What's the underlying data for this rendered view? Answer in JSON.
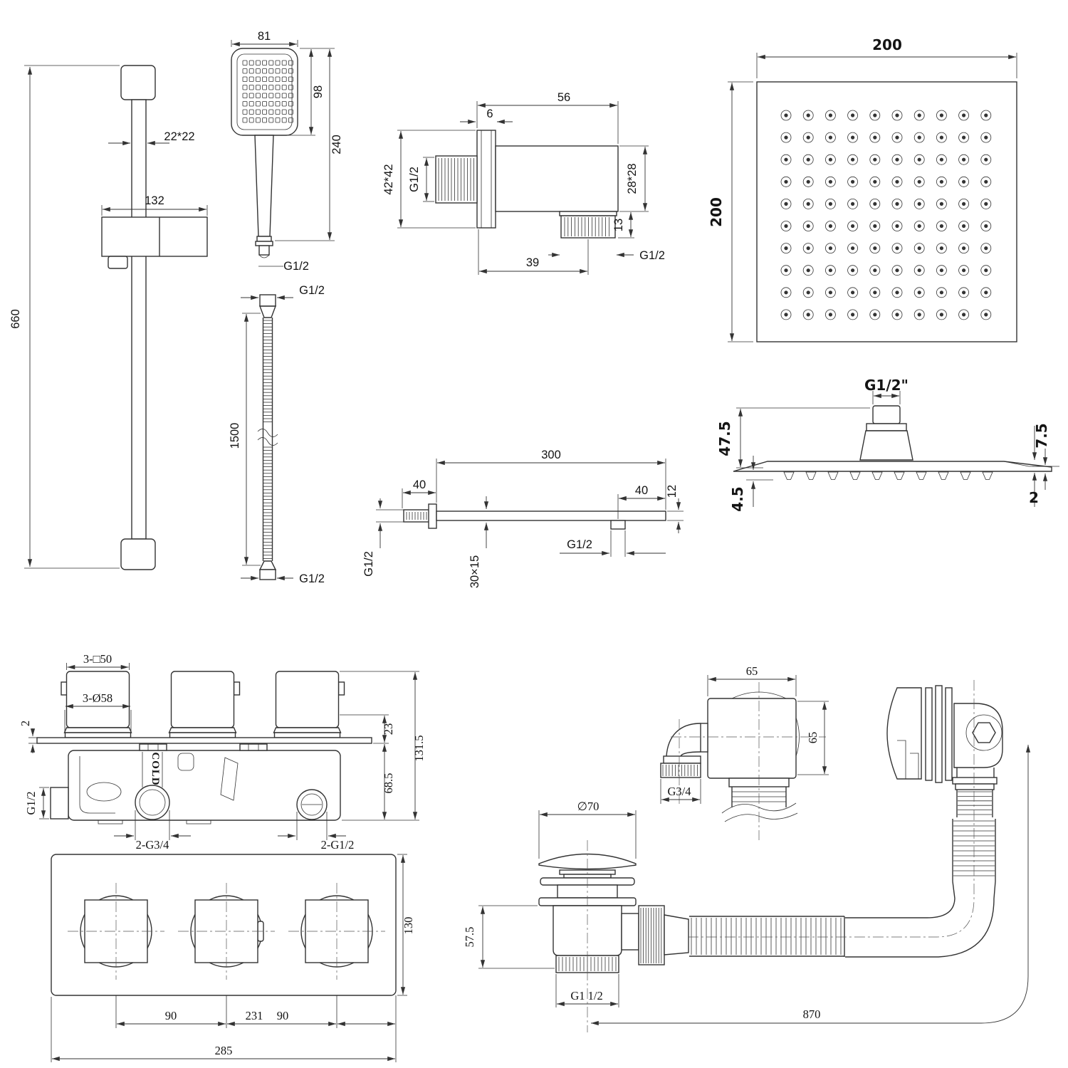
{
  "page": {
    "background": "#ffffff",
    "line_color": "#333333"
  },
  "components": {
    "slide_rail": {
      "length": "660",
      "bar_section": "22*22",
      "bracket_width": "132"
    },
    "hand_shower": {
      "width": "81",
      "head_length": "98",
      "total_length": "240",
      "thread": "G1/2"
    },
    "shower_hose": {
      "top_thread": "G1/2",
      "length": "1500",
      "bottom_thread": "G1/2"
    },
    "wall_outlet_elbow": {
      "depth": "56",
      "flange_thickness": "6",
      "flange": "42*42",
      "inlet_thread": "G1/2",
      "body_section": "28*28",
      "outlet_drop": "13",
      "outlet_offset": "39",
      "outlet_thread": "G1/2"
    },
    "shower_head_top": {
      "width": "200",
      "depth": "200"
    },
    "shower_head_side": {
      "thread": "G1/2\"",
      "connector_height": "47.5",
      "edge_height": "7.5",
      "nozzle_height": "4.5",
      "plate_thickness": "2"
    },
    "shower_arm": {
      "length": "300",
      "wall_offset": "40",
      "end_offset": "40",
      "bar_height": "12",
      "wall_thread": "G1/2",
      "section": "30×15",
      "outlet_thread": "G1/2"
    },
    "mixer_valve": {
      "handles": "3-□50",
      "escutcheons": "3-Ø58",
      "plate_thickness": "2",
      "handle_height": "23",
      "total_height": "131.5",
      "body_height": "68.5",
      "side_thread": "G1/2",
      "cold_marking": "COLD",
      "bottom_ports": "2-G3/4",
      "top_ports": "2-G1/2"
    },
    "valve_trim_plate": {
      "width": "285",
      "height": "130",
      "spacing_left": "90",
      "spacing_mid": "231",
      "spacing_right": "90"
    },
    "overflow_filler": {
      "width": "65",
      "height": "65",
      "thread": "G3/4"
    },
    "drain_waste": {
      "cap_diameter": "∅70",
      "body_height": "57.5",
      "thread": "G1 1/2",
      "hose_run": "870"
    }
  }
}
